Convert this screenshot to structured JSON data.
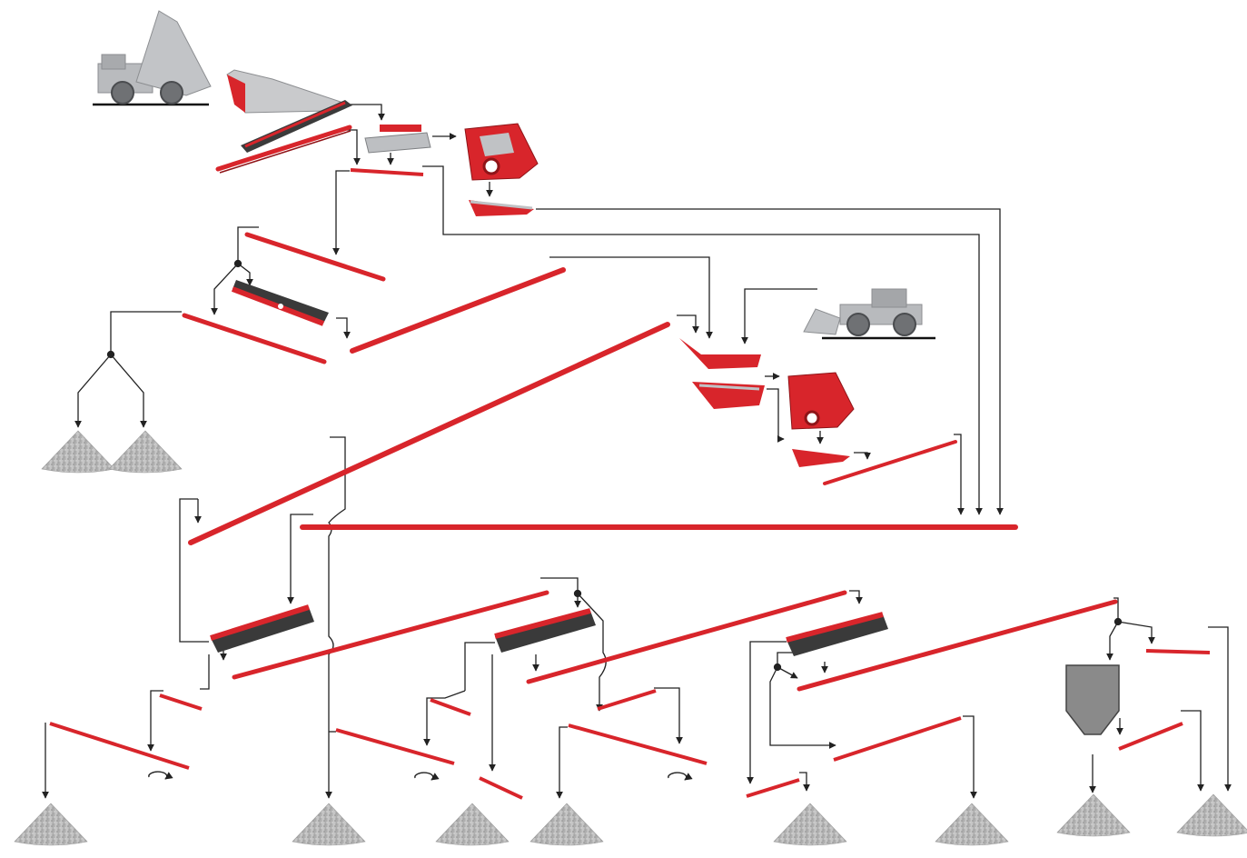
{
  "diagram": {
    "type": "process-flow",
    "description_text": "",
    "colors": {
      "equipment": "#d8252b",
      "equipment_dark": "#8f1418",
      "screen_deck": "#3c3c3c",
      "vehicle": "#b5b7ba",
      "stockpile": "#b4b4b4",
      "hopper": "#8a8a8a",
      "flow_line": "#222222",
      "ground": "#111111"
    }
  },
  "nodes": [
    {
      "id": "haul-truck",
      "kind": "vehicle",
      "icon": "dump-truck"
    },
    {
      "id": "feed-hopper",
      "kind": "hopper",
      "icon": "feed-hopper"
    },
    {
      "id": "belt-feeder",
      "kind": "conveyor",
      "icon": "conveyor"
    },
    {
      "id": "grizzly-feeder",
      "kind": "feeder",
      "icon": "vibrating-feeder"
    },
    {
      "id": "primary-impact-crusher",
      "kind": "crusher",
      "icon": "impact-crusher"
    },
    {
      "id": "wheel-loader",
      "kind": "vehicle",
      "icon": "wheel-loader"
    },
    {
      "id": "secondary-feeder",
      "kind": "feeder",
      "icon": "vibrating-feeder"
    },
    {
      "id": "secondary-impact-crusher",
      "kind": "crusher",
      "icon": "impact-crusher"
    },
    {
      "id": "scalping-screen",
      "kind": "screen",
      "icon": "vibrating-screen"
    },
    {
      "id": "screen-2",
      "kind": "screen",
      "icon": "vibrating-screen"
    },
    {
      "id": "screen-3",
      "kind": "screen",
      "icon": "vibrating-screen"
    },
    {
      "id": "screen-4",
      "kind": "screen",
      "icon": "vibrating-screen"
    },
    {
      "id": "screen-5",
      "kind": "screen",
      "icon": "vibrating-screen"
    },
    {
      "id": "silo",
      "kind": "bin",
      "icon": "silo"
    },
    {
      "id": "stockpiles",
      "kind": "stockpile",
      "count": 10,
      "icon": "stockpile"
    }
  ],
  "annotations": {
    "reversible_conveyor_symbols": 3
  }
}
